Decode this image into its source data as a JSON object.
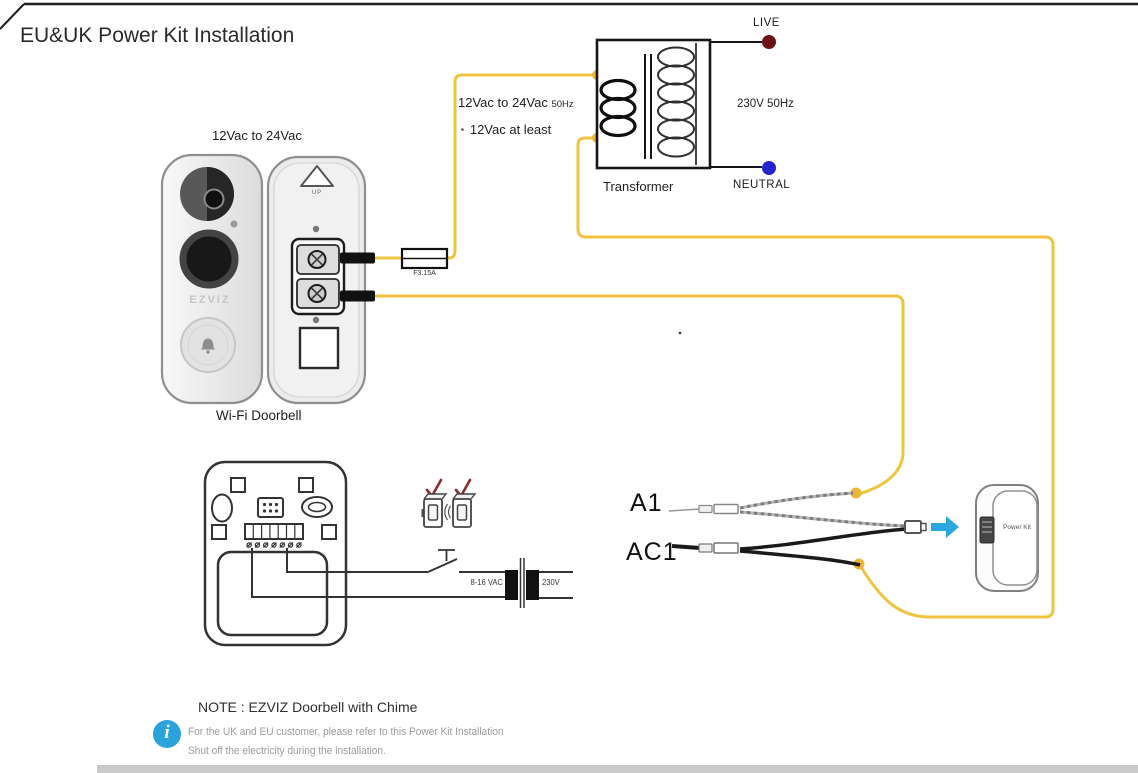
{
  "title": "EU&UK Power Kit Installation",
  "transformer": {
    "label": "Transformer",
    "live_label": "LIVE",
    "neutral_label": "NEUTRAL",
    "primary_rating": "230V 50Hz",
    "output_rating": "12Vac to 24Vac",
    "output_freq": "50Hz",
    "output_note_bullet": "▪",
    "output_note": "12Vac at least"
  },
  "doorbell": {
    "label": "Wi-Fi Doorbell",
    "input_rating": "12Vac to 24Vac",
    "brand": "EZVIZ",
    "up_label": "UP",
    "fuse_label": "F3.15A"
  },
  "chime": {
    "primary_rating": "8-16 VAC",
    "secondary_rating": "230V"
  },
  "leads": {
    "a1": "A1",
    "ac1": "AC1"
  },
  "power_kit": {
    "label": "Power Kit"
  },
  "note": {
    "heading": "NOTE : EZVIZ Doorbell with Chime",
    "info_glyph": "i",
    "line1": "For the UK and EU customer, please refer to this Power Kit Installation",
    "line2": "Shut off the electricity during the installation."
  },
  "colors": {
    "wire_yellow": "#efc440",
    "wire_dot_yellow": "#e9b637",
    "live_red": "#6d1013",
    "neutral_blue": "#2125cc",
    "info_blue": "#2aa2db",
    "arrow_blue": "#2aa7de",
    "check_red": "#8b2a2a"
  }
}
